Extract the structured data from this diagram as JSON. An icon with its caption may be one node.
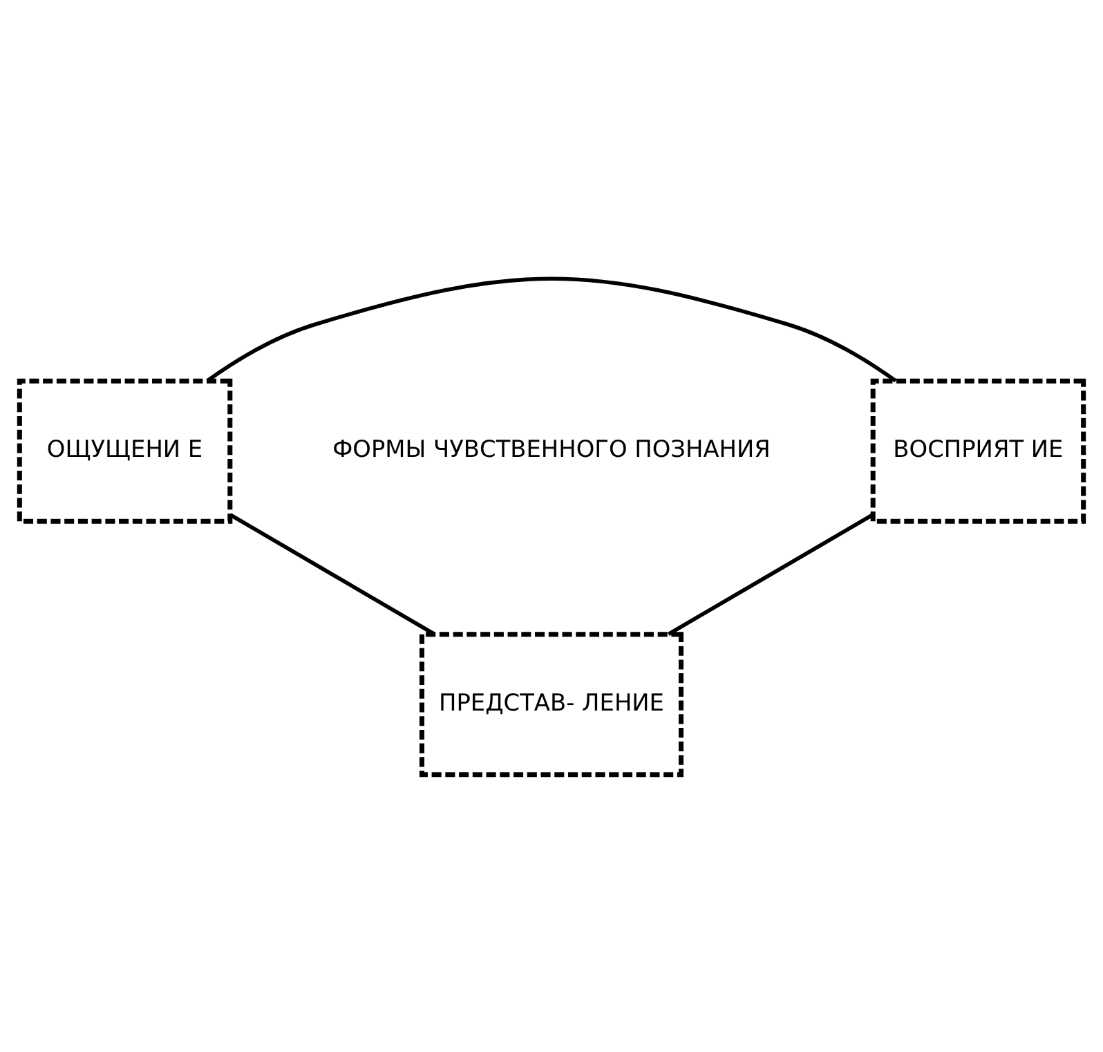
{
  "diagram": {
    "nodes": [
      {
        "text": [
          "ОЩУЩЕНИ Е"
        ]
      },
      {
        "text": [
          "ВОСПРИЯТ ИЕ"
        ]
      },
      {
        "text": [
          "ПРЕДСТАВ- ЛЕНИЕ"
        ]
      }
    ],
    "edges": [
      {
        "from": 0,
        "to": 1,
        "arrow": "none"
      },
      {
        "from": 1,
        "to": 2,
        "arrow": "none"
      },
      {
        "from": 2,
        "to": 0,
        "arrow": "none"
      }
    ],
    "labels": [
      "ФОРМЫ ЧУВСТВЕННОГО ПОЗНАНИЯ"
    ]
  }
}
